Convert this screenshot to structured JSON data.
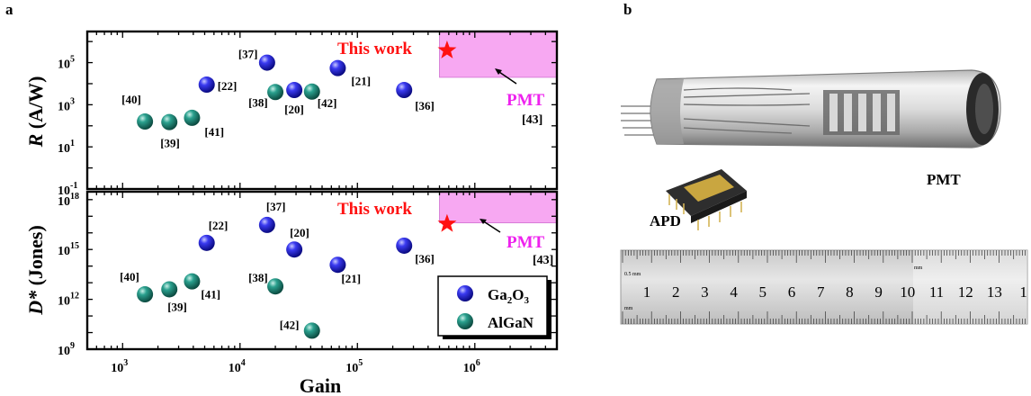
{
  "panels": {
    "a": {
      "letter": "a"
    },
    "b": {
      "letter": "b",
      "labels": {
        "pmt": "PMT",
        "apd": "APD"
      }
    }
  },
  "chart_data": [
    {
      "type": "scatter",
      "panel": "a-top",
      "title": "",
      "xlabel": "Gain",
      "ylabel": "R (A/W)",
      "ylabel_italic": "R",
      "ylabel_unit": " (A/W)",
      "x_scale": "log",
      "y_scale": "log",
      "xlim": [
        500,
        5000000
      ],
      "ylim": [
        0.1,
        3000000
      ],
      "y_ticks": [
        {
          "value": 0.1,
          "base": "10",
          "exp": "-1"
        },
        {
          "value": 10,
          "base": "10",
          "exp": "1"
        },
        {
          "value": 1000,
          "base": "10",
          "exp": "3"
        },
        {
          "value": 100000,
          "base": "10",
          "exp": "5"
        }
      ],
      "series": [
        {
          "name": "Ga2O3",
          "color": "#1a1ae0",
          "points": [
            {
              "x": 5200,
              "y": 9000,
              "label": "[22]"
            },
            {
              "x": 17000,
              "y": 100000,
              "label": "[37]"
            },
            {
              "x": 29000,
              "y": 5000,
              "label": "[20]"
            },
            {
              "x": 68000,
              "y": 55000,
              "label": "[21]"
            },
            {
              "x": 250000,
              "y": 5000,
              "label": "[36]"
            }
          ]
        },
        {
          "name": "AlGaN",
          "color": "#1f8f80",
          "points": [
            {
              "x": 1550,
              "y": 160,
              "label": "[40]"
            },
            {
              "x": 2500,
              "y": 150,
              "label": "[39]"
            },
            {
              "x": 3900,
              "y": 240,
              "label": "[41]"
            },
            {
              "x": 20000,
              "y": 4000,
              "label": "[38]"
            },
            {
              "x": 41000,
              "y": 4200,
              "label": "[42]"
            }
          ]
        }
      ],
      "this_work": {
        "x": 580000,
        "y": 380000,
        "label": "This work",
        "color": "#ff1111"
      },
      "pmt_region": {
        "x": [
          500000,
          5000000
        ],
        "y": [
          20000,
          3000000
        ],
        "color": "#f7a8f2",
        "label": "PMT",
        "ref": "[43]"
      }
    },
    {
      "type": "scatter",
      "panel": "a-bottom",
      "title": "",
      "xlabel": "Gain",
      "ylabel": "D* (Jones)",
      "ylabel_italic": "D*",
      "ylabel_unit": " (Jones)",
      "x_scale": "log",
      "y_scale": "log",
      "xlim": [
        500,
        5000000
      ],
      "ylim": [
        1000000000,
        3000000000000000000
      ],
      "x_ticks": [
        {
          "value": 1000,
          "base": "10",
          "exp": "3"
        },
        {
          "value": 10000,
          "base": "10",
          "exp": "4"
        },
        {
          "value": 100000,
          "base": "10",
          "exp": "5"
        },
        {
          "value": 1000000,
          "base": "10",
          "exp": "6"
        }
      ],
      "y_ticks": [
        {
          "value": 1000000000,
          "base": "10",
          "exp": "9"
        },
        {
          "value": 1000000000000,
          "base": "10",
          "exp": "12"
        },
        {
          "value": 1000000000000000,
          "base": "10",
          "exp": "15"
        },
        {
          "value": 1000000000000000000,
          "base": "10",
          "exp": "18"
        }
      ],
      "series": [
        {
          "name": "Ga2O3",
          "color": "#1a1ae0",
          "points": [
            {
              "x": 5200,
              "y": 2500000000000000,
              "label": "[22]"
            },
            {
              "x": 17000,
              "y": 30000000000000000,
              "label": "[37]"
            },
            {
              "x": 29000,
              "y": 1000000000000000,
              "label": "[20]"
            },
            {
              "x": 68000,
              "y": 120000000000000,
              "label": "[21]"
            },
            {
              "x": 250000,
              "y": 1700000000000000,
              "label": "[36]"
            }
          ]
        },
        {
          "name": "AlGaN",
          "color": "#1f8f80",
          "points": [
            {
              "x": 1550,
              "y": 2000000000000,
              "label": "[40]"
            },
            {
              "x": 2500,
              "y": 4000000000000,
              "label": "[39]"
            },
            {
              "x": 3900,
              "y": 12000000000000,
              "label": "[41]"
            },
            {
              "x": 20000,
              "y": 6000000000000,
              "label": "[38]"
            },
            {
              "x": 41000,
              "y": 13000000000,
              "label": "[42]"
            }
          ]
        }
      ],
      "this_work": {
        "x": 580000,
        "y": 35000000000000000,
        "label": "This work",
        "color": "#ff1111"
      },
      "pmt_region": {
        "x": [
          500000,
          5000000
        ],
        "y": [
          40000000000000000,
          3000000000000000000
        ],
        "color": "#f7a8f2",
        "label": "PMT",
        "ref": "[43]"
      },
      "legend": {
        "position": "bottom-right",
        "entries": [
          {
            "main": "Ga",
            "sub1": "2",
            "mid": "O",
            "sub2": "3",
            "color": "#1a1ae0"
          },
          {
            "main": "AlGaN",
            "color": "#1f8f80"
          }
        ]
      }
    }
  ],
  "ruler": {
    "numbers": [
      "1",
      "2",
      "3",
      "4",
      "5",
      "6",
      "7",
      "8",
      "9",
      "10",
      "11",
      "12",
      "13",
      "1"
    ],
    "unit_left_top": "0.5 mm",
    "unit_left_bottom": "mm",
    "unit_mid": "mm"
  }
}
